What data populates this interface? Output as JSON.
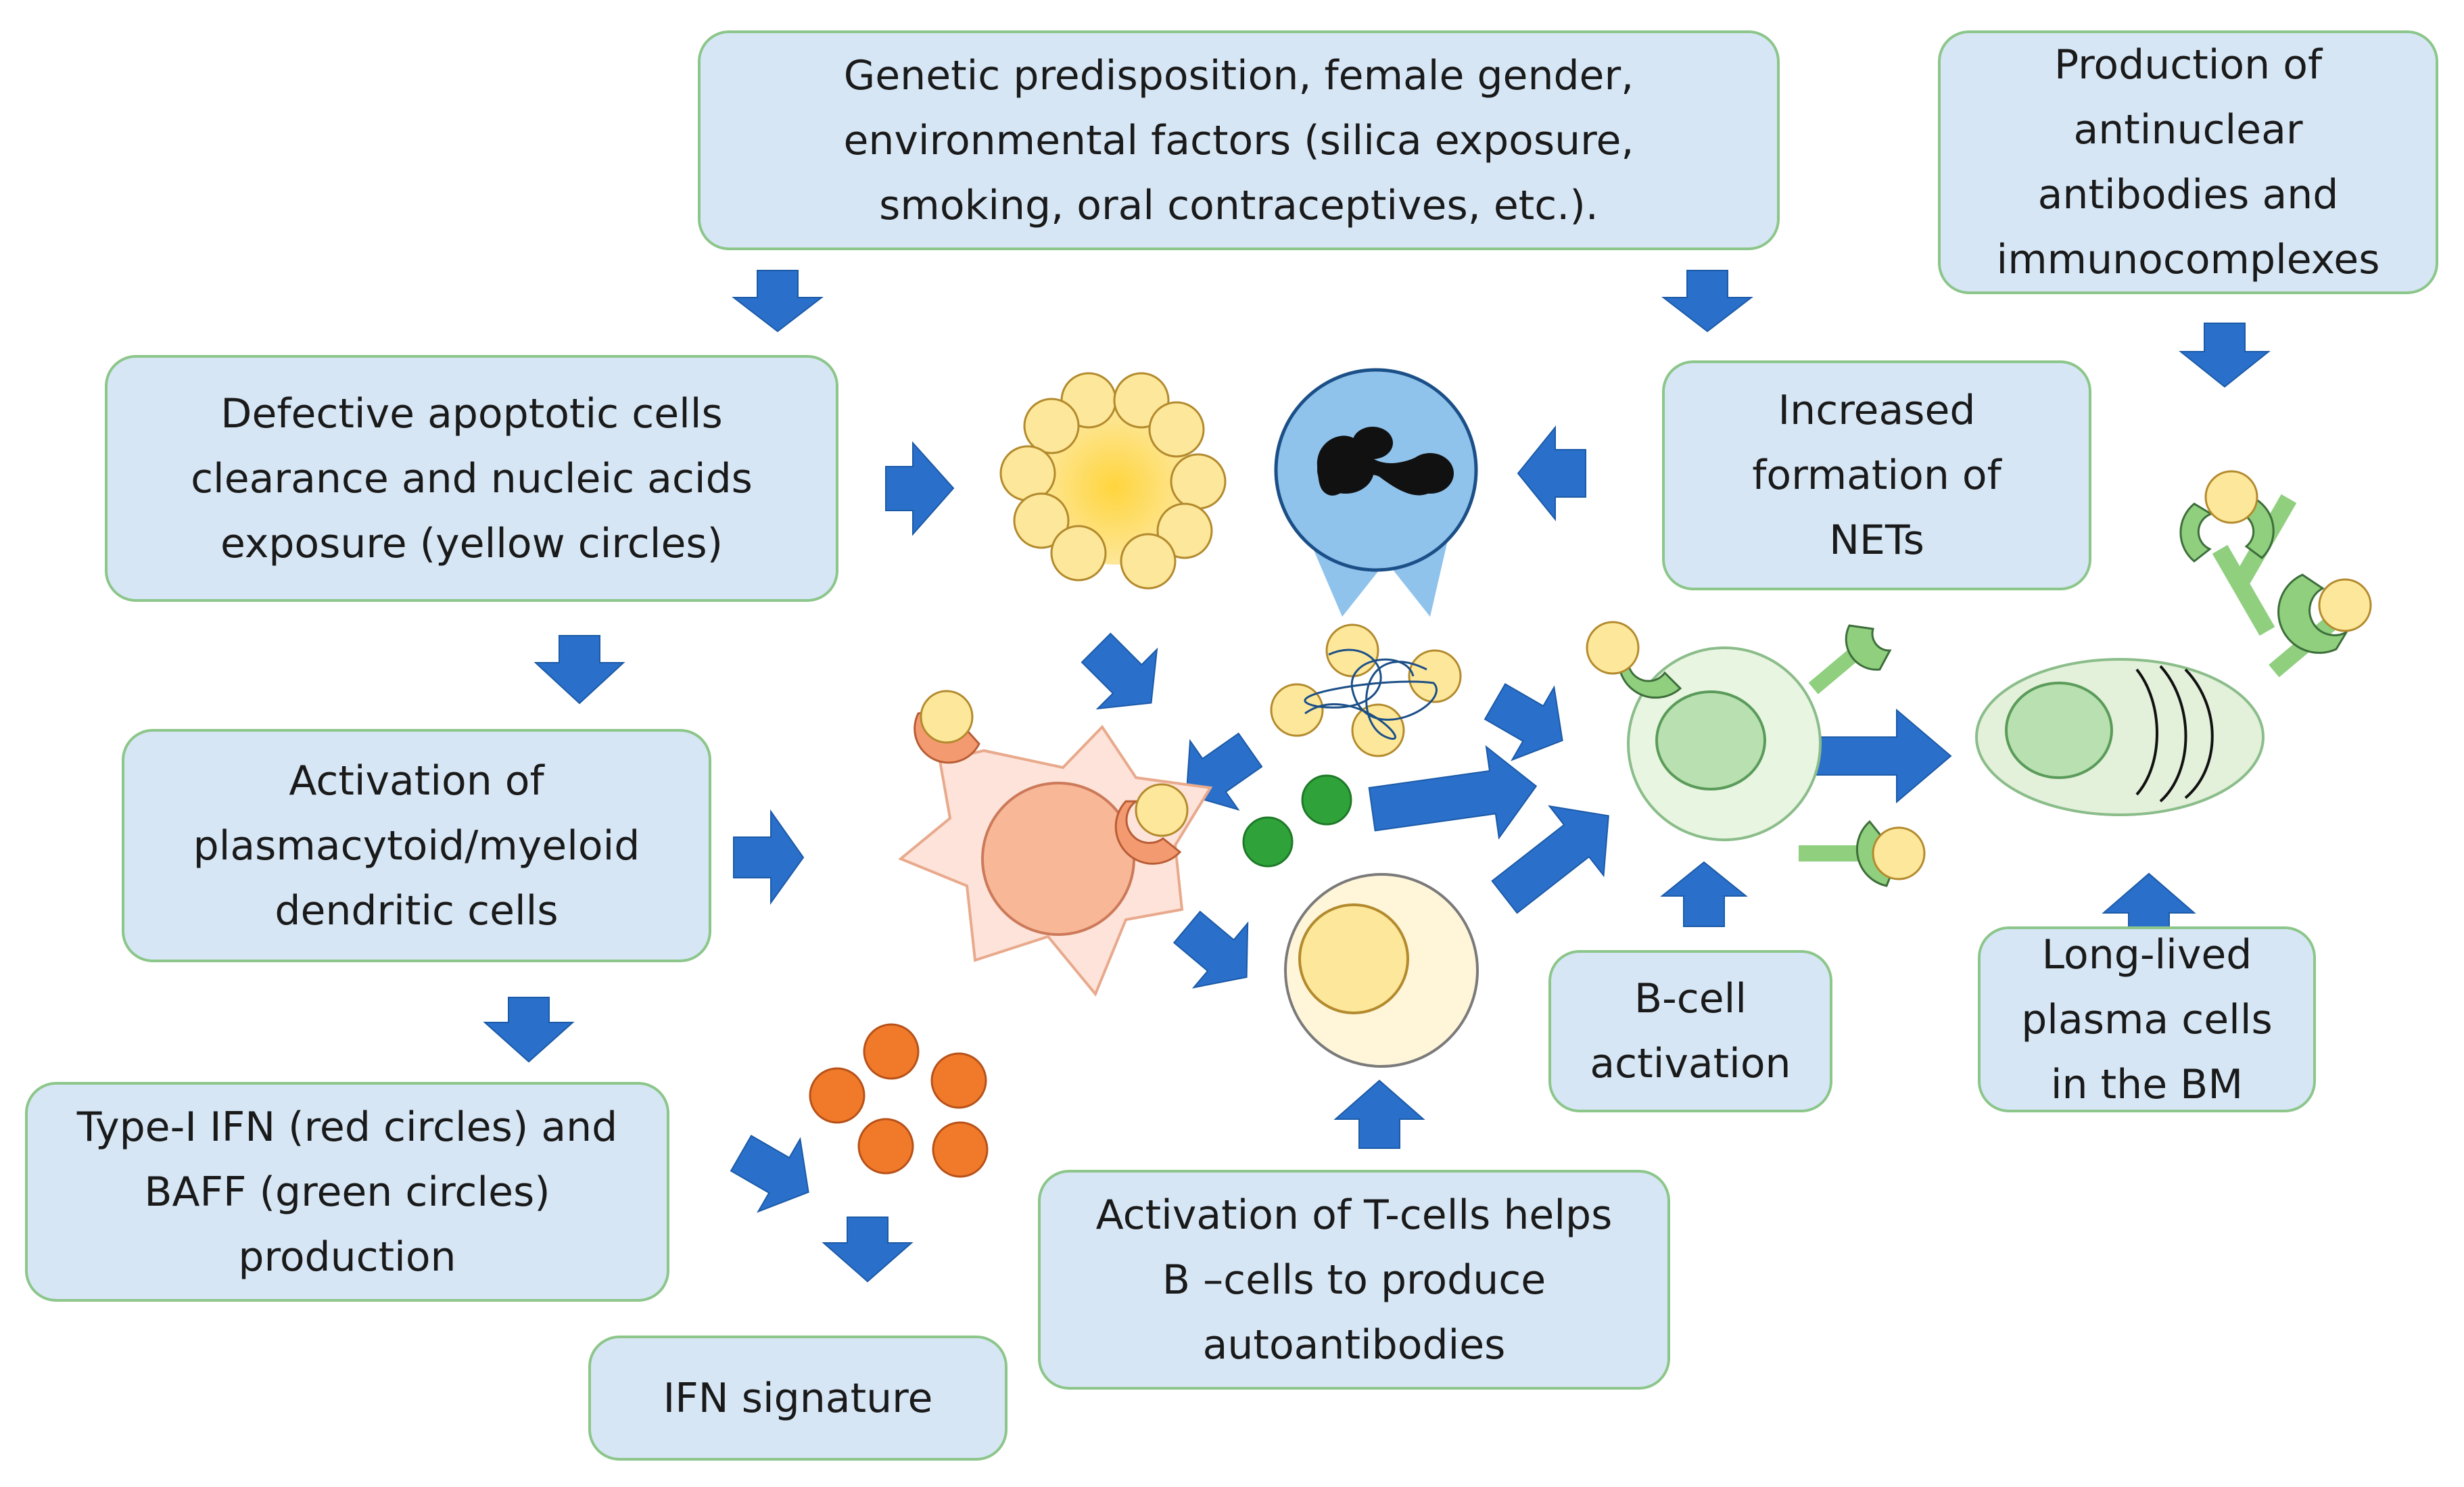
{
  "boxes": {
    "genetic": [
      "Genetic predisposition, female gender,",
      "environmental factors (silica exposure,",
      "smoking, oral contraceptives, etc.)."
    ],
    "antinuclear": [
      "Production of",
      "antinuclear",
      "antibodies and",
      "immunocomplexes"
    ],
    "apoptotic": [
      "Defective apoptotic cells",
      "clearance and nucleic acids",
      "exposure (yellow circles)"
    ],
    "nets": [
      "Increased",
      "formation of",
      "NETs"
    ],
    "dendritic": [
      "Activation of",
      "plasmacytoid/myeloid",
      "dendritic cells"
    ],
    "ifn_baff": [
      "Type-I IFN (red circles) and",
      "BAFF (green circles)",
      "production"
    ],
    "ifn_signature": [
      "IFN signature"
    ],
    "tcells": [
      "Activation of T-cells helps",
      "B –cells to produce",
      "autoantibodies"
    ],
    "bcell": [
      "B-cell",
      "activation"
    ],
    "plasma": [
      "Long-lived",
      "plasma cells",
      "in the BM"
    ]
  },
  "colors": {
    "box_fill": "#d6e6f5",
    "box_border": "#8cc68a",
    "arrow": "#2a6fc9",
    "yellow_circle": "#fde79a",
    "red_circle": "#f07a2a",
    "green_circle": "#2fa33a",
    "dendritic_cell": "#fde3d9",
    "bcell": "#e8f5e1",
    "plasma_cell": "#e3f0da",
    "neutrophil": "#8fc3ec",
    "antibody": "#8fcf7e"
  }
}
